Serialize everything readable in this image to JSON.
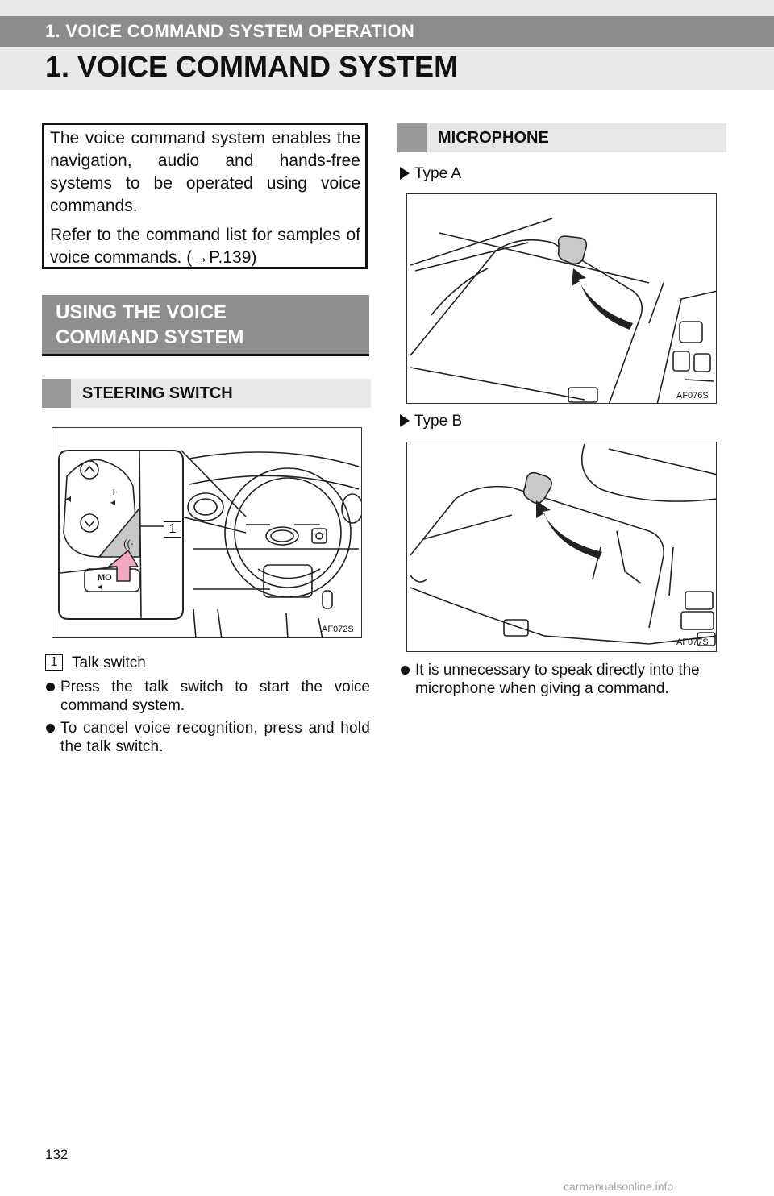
{
  "header": {
    "section_label": "1. VOICE COMMAND SYSTEM OPERATION",
    "page_title": "1. VOICE COMMAND SYSTEM"
  },
  "intro": {
    "paragraph_1": "The voice command system enables the navigation, audio and hands-free systems to be operated using voice commands.",
    "paragraph_2": "Refer to the command list for samples of voice commands. (→P.139)"
  },
  "using_heading": {
    "line_1": "USING THE VOICE",
    "line_2": "COMMAND SYSTEM"
  },
  "steering": {
    "heading": "STEERING SWITCH",
    "figure_code": "AF072S",
    "callout_number": "1",
    "legend_number": "1",
    "legend_text": "Talk switch",
    "bullets": [
      "Press the talk switch to start the voice command system.",
      "To cancel voice recognition, press and hold the talk switch."
    ]
  },
  "microphone": {
    "heading": "MICROPHONE",
    "type_a": "Type A",
    "type_a_code": "AF076S",
    "type_b": "Type B",
    "type_b_code": "AF077S",
    "bullet": "It is unnecessary to speak directly into the microphone when giving a command."
  },
  "footer": {
    "page_number": "132",
    "watermark": "carmanualsonline.info"
  }
}
